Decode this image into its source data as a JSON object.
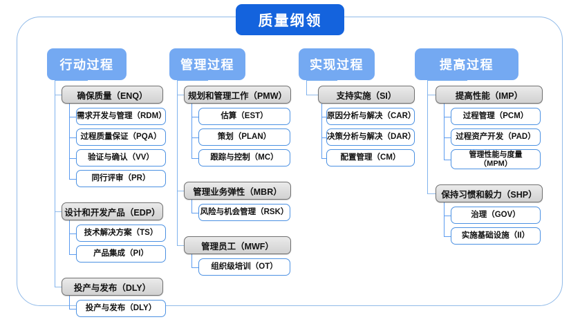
{
  "diagram": {
    "title": "质量纲领",
    "type": "hierarchy-tree",
    "colors": {
      "root": "#1463dd",
      "category": "#74a9f2",
      "level2_fill": "#dcdcdc",
      "level2_border": "#6f6f6f",
      "level3_border": "#4a90e2",
      "connector": "#5b9bf0",
      "frame": "#8fb9e8"
    },
    "columns": [
      {
        "id": "col-action",
        "label": "行动过程",
        "groups": [
          {
            "label": "确保质量（ENQ）",
            "items": [
              "需求开发与管理（RDM）",
              "过程质量保证（PQA）",
              "验证与确认（VV）",
              "同行评审（PR）"
            ]
          },
          {
            "label": "设计和开发产品（EDP）",
            "items": [
              "技术解决方案（TS）",
              "产品集成（PI）"
            ]
          },
          {
            "label": "投产与发布（DLY）",
            "items": [
              "投产与发布（DLY）"
            ]
          }
        ]
      },
      {
        "id": "col-manage",
        "label": "管理过程",
        "groups": [
          {
            "label": "规划和管理工作（PMW）",
            "items": [
              "估算（EST）",
              "策划（PLAN）",
              "跟踪与控制（MC）"
            ]
          },
          {
            "label": "管理业务弹性（MBR）",
            "items": [
              "风险与机会管理（RSK）"
            ]
          },
          {
            "label": "管理员工（MWF）",
            "items": [
              "组织级培训（OT）"
            ]
          }
        ]
      },
      {
        "id": "col-implement",
        "label": "实现过程",
        "groups": [
          {
            "label": "支持实施（SI）",
            "items": [
              "原因分析与解决（CAR）",
              "决策分析与解决（DAR）",
              "配置管理（CM）"
            ]
          }
        ]
      },
      {
        "id": "col-improve",
        "label": "提高过程",
        "groups": [
          {
            "label": "提高性能（IMP）",
            "items": [
              "过程管理（PCM）",
              "过程资产开发（PAD）",
              "管理性能与度量\n（MPM）"
            ]
          },
          {
            "label": "保持习惯和毅力（SHP）",
            "items": [
              "治理（GOV）",
              "实施基础设施（II）"
            ]
          }
        ]
      }
    ]
  }
}
